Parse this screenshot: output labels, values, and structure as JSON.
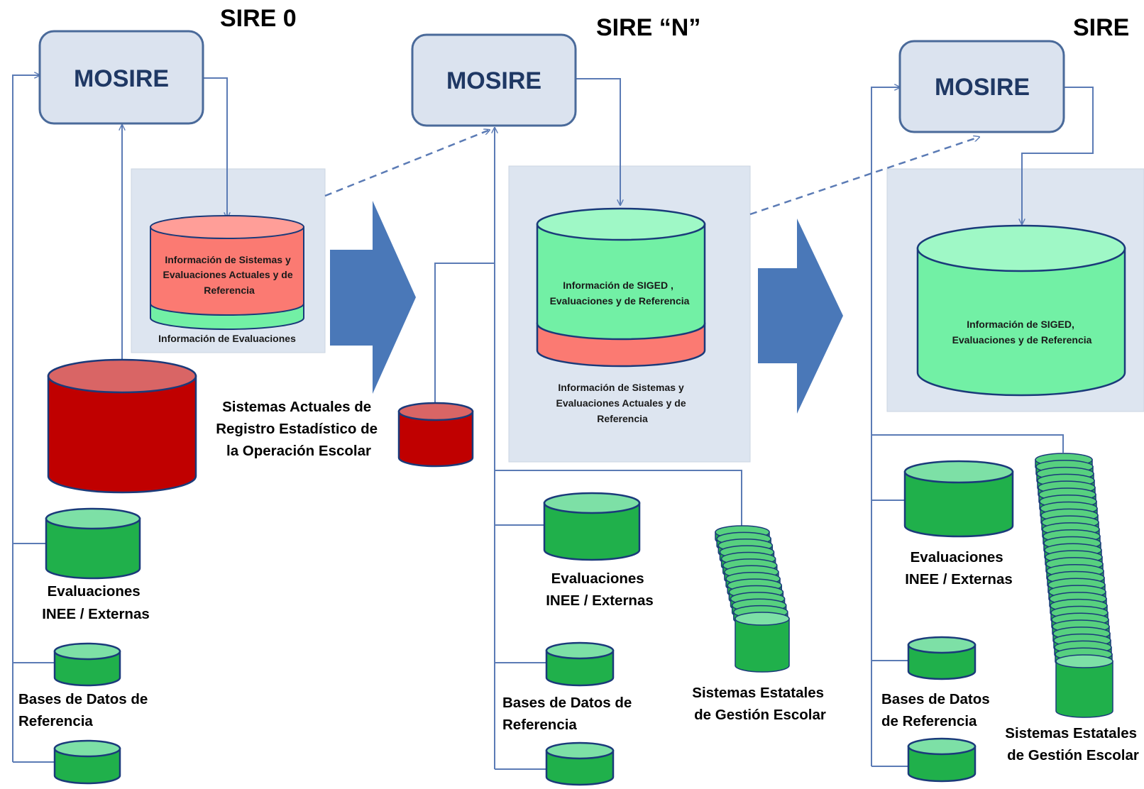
{
  "colors": {
    "mosire_fill": "#dbe3ef",
    "mosire_stroke": "#4a6a9a",
    "mosire_text": "#1f3864",
    "panel_fill": "#dde5f0",
    "line": "#5b7bb5",
    "arrow": "#4a78b8",
    "green": "#20b04b",
    "green_top": "#7de0a6",
    "light_green": "#72f0a5",
    "light_green_top": "#9ff8c6",
    "salmon": "#fb7a72",
    "salmon_top": "#ff9e98",
    "dark_red": "#c00000",
    "dark_red_top": "#d96565"
  },
  "stages": [
    {
      "title": "SIRE 0",
      "mosire": "MOSIRE",
      "db_top_label": "Información de Sistemas y Evaluaciones  Actuales y de Referencia",
      "db_bottom_label": "Información de Evaluaciones",
      "legacy_label": "Sistemas Actuales de Registro Estadístico de la Operación Escolar",
      "evaluaciones_label": "Evaluaciones INEE / Externas",
      "bases_label": "Bases de Datos de Referencia"
    },
    {
      "title": "SIRE  “N”",
      "mosire": "MOSIRE",
      "db_top_label": "Información de SIGED , Evaluaciones y de Referencia",
      "db_bottom_label": "Información de Sistemas y Evaluaciones Actuales y de Referencia",
      "evaluaciones_label": "Evaluaciones INEE / Externas",
      "bases_label": "Bases de Datos de Referencia",
      "estatales_label": "Sistemas Estatales de Gestión Escolar"
    },
    {
      "title": "SIRE",
      "mosire": "MOSIRE",
      "db_label": "Información de SIGED, Evaluaciones y de Referencia",
      "evaluaciones_label": "Evaluaciones INEE / Externas",
      "bases_label": "Bases de Datos de Referencia",
      "estatales_label": "Sistemas Estatales de Gestión Escolar"
    }
  ]
}
